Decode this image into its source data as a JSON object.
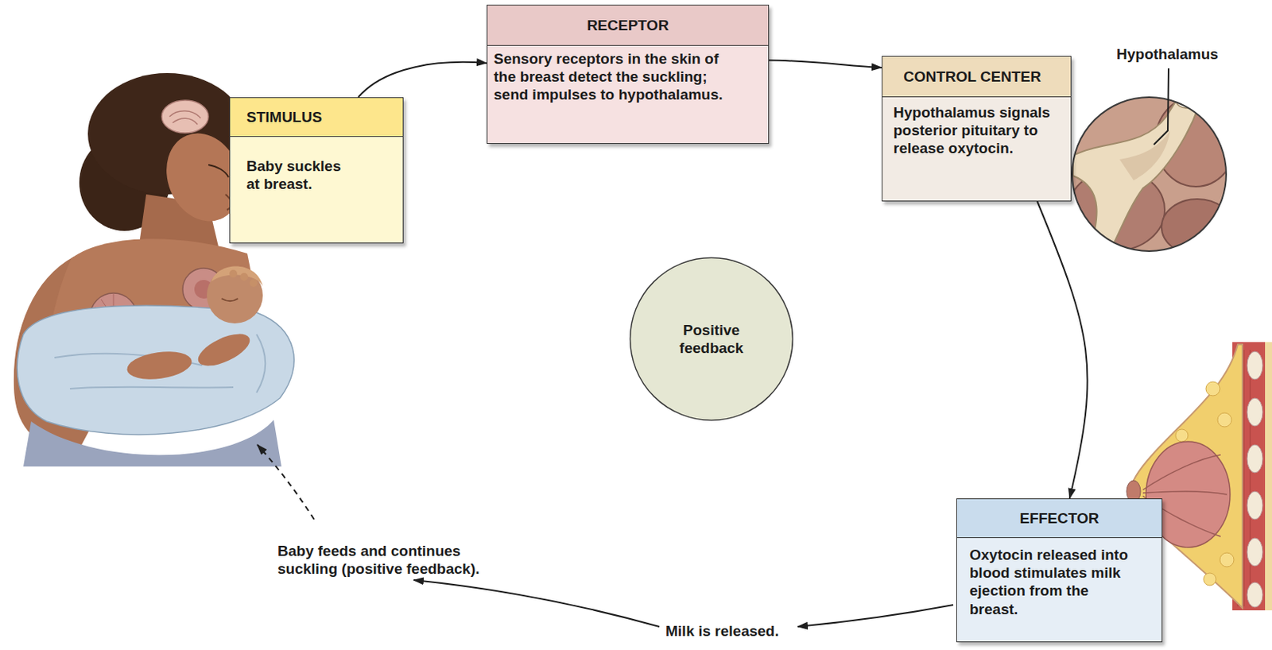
{
  "diagram": {
    "nodes": [
      {
        "text": [
          "STIMULUS",
          "Baby suckles at breast."
        ]
      },
      {
        "text": [
          "RECEPTOR",
          "Sensory receptors in the skin of the breast detect the suckling; send impulses to hypothalamus."
        ]
      },
      {
        "text": [
          "CONTROL CENTER",
          "Hypothalamus signals posterior pituitary to release oxytocin."
        ]
      },
      {
        "text": [
          "Positive feedback"
        ]
      },
      {
        "text": [
          "EFFECTOR",
          "Oxytocin released into blood stimulates milk ejection from the breast."
        ]
      }
    ],
    "edges": [
      {
        "from": 0,
        "to": 1,
        "arrow": "to"
      },
      {
        "from": 1,
        "to": 2,
        "arrow": "to"
      },
      {
        "from": 2,
        "to": 4,
        "arrow": "to"
      }
    ],
    "labels": [
      "Hypothalamus",
      "Milk is released.",
      "Baby feeds and continues suckling (positive feedback)."
    ]
  }
}
